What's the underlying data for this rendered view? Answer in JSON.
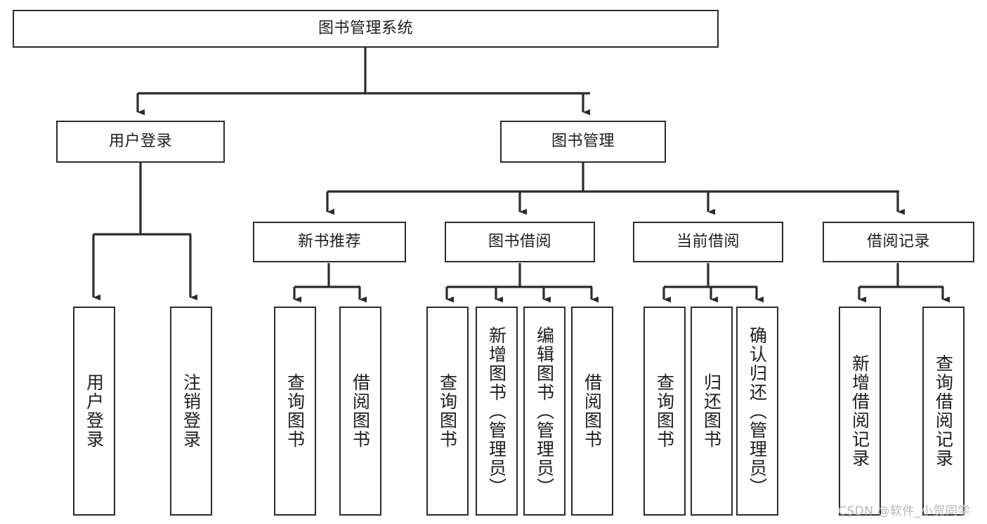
{
  "diagram": {
    "type": "tree-hierarchy-chart",
    "title": "图书管理系统",
    "orientation": "top-down",
    "colors": {
      "background": "#ffffff",
      "box_border": "#2b2b2b",
      "box_fill": "#ffffff",
      "connector": "#2b2b2b",
      "text": "#1d1d1d",
      "watermark": "#b5b5b5"
    },
    "nodes": {
      "root": {
        "label": "图书管理系统",
        "level": 1,
        "orientation": "horizontal"
      },
      "level2": [
        {
          "id": "user-login",
          "label": "用户登录",
          "orientation": "horizontal"
        },
        {
          "id": "book-management",
          "label": "图书管理",
          "orientation": "horizontal"
        }
      ],
      "level3": [
        {
          "id": "new-book-recommend",
          "label": "新书推荐",
          "orientation": "horizontal"
        },
        {
          "id": "book-borrow",
          "label": "图书借阅",
          "orientation": "horizontal"
        },
        {
          "id": "current-borrow",
          "label": "当前借阅",
          "orientation": "horizontal"
        },
        {
          "id": "borrow-record",
          "label": "借阅记录",
          "orientation": "horizontal"
        }
      ],
      "leaves": {
        "user-login": [
          {
            "id": "leaf-user-login",
            "label": "用户登录"
          },
          {
            "id": "leaf-logout",
            "label": "注销登录"
          }
        ],
        "new-book-recommend": [
          {
            "id": "leaf-query-book-1",
            "label": "查询图书"
          },
          {
            "id": "leaf-borrow-book-1",
            "label": "借阅图书"
          }
        ],
        "book-borrow": [
          {
            "id": "leaf-query-book-2",
            "label": "查询图书"
          },
          {
            "id": "leaf-add-book",
            "label": "新增图书（管理员）"
          },
          {
            "id": "leaf-edit-book",
            "label": "编辑图书（管理员）"
          },
          {
            "id": "leaf-borrow-book-2",
            "label": "借阅图书"
          }
        ],
        "current-borrow": [
          {
            "id": "leaf-query-book-3",
            "label": "查询图书"
          },
          {
            "id": "leaf-return-book",
            "label": "归还图书"
          },
          {
            "id": "leaf-confirm-return",
            "label": "确认归还（管理员）"
          }
        ],
        "borrow-record": [
          {
            "id": "leaf-add-record",
            "label": "新增借阅记录"
          },
          {
            "id": "leaf-query-record",
            "label": "查询借阅记录"
          }
        ]
      }
    },
    "watermark": "CSDN @软件_小贺同学"
  }
}
